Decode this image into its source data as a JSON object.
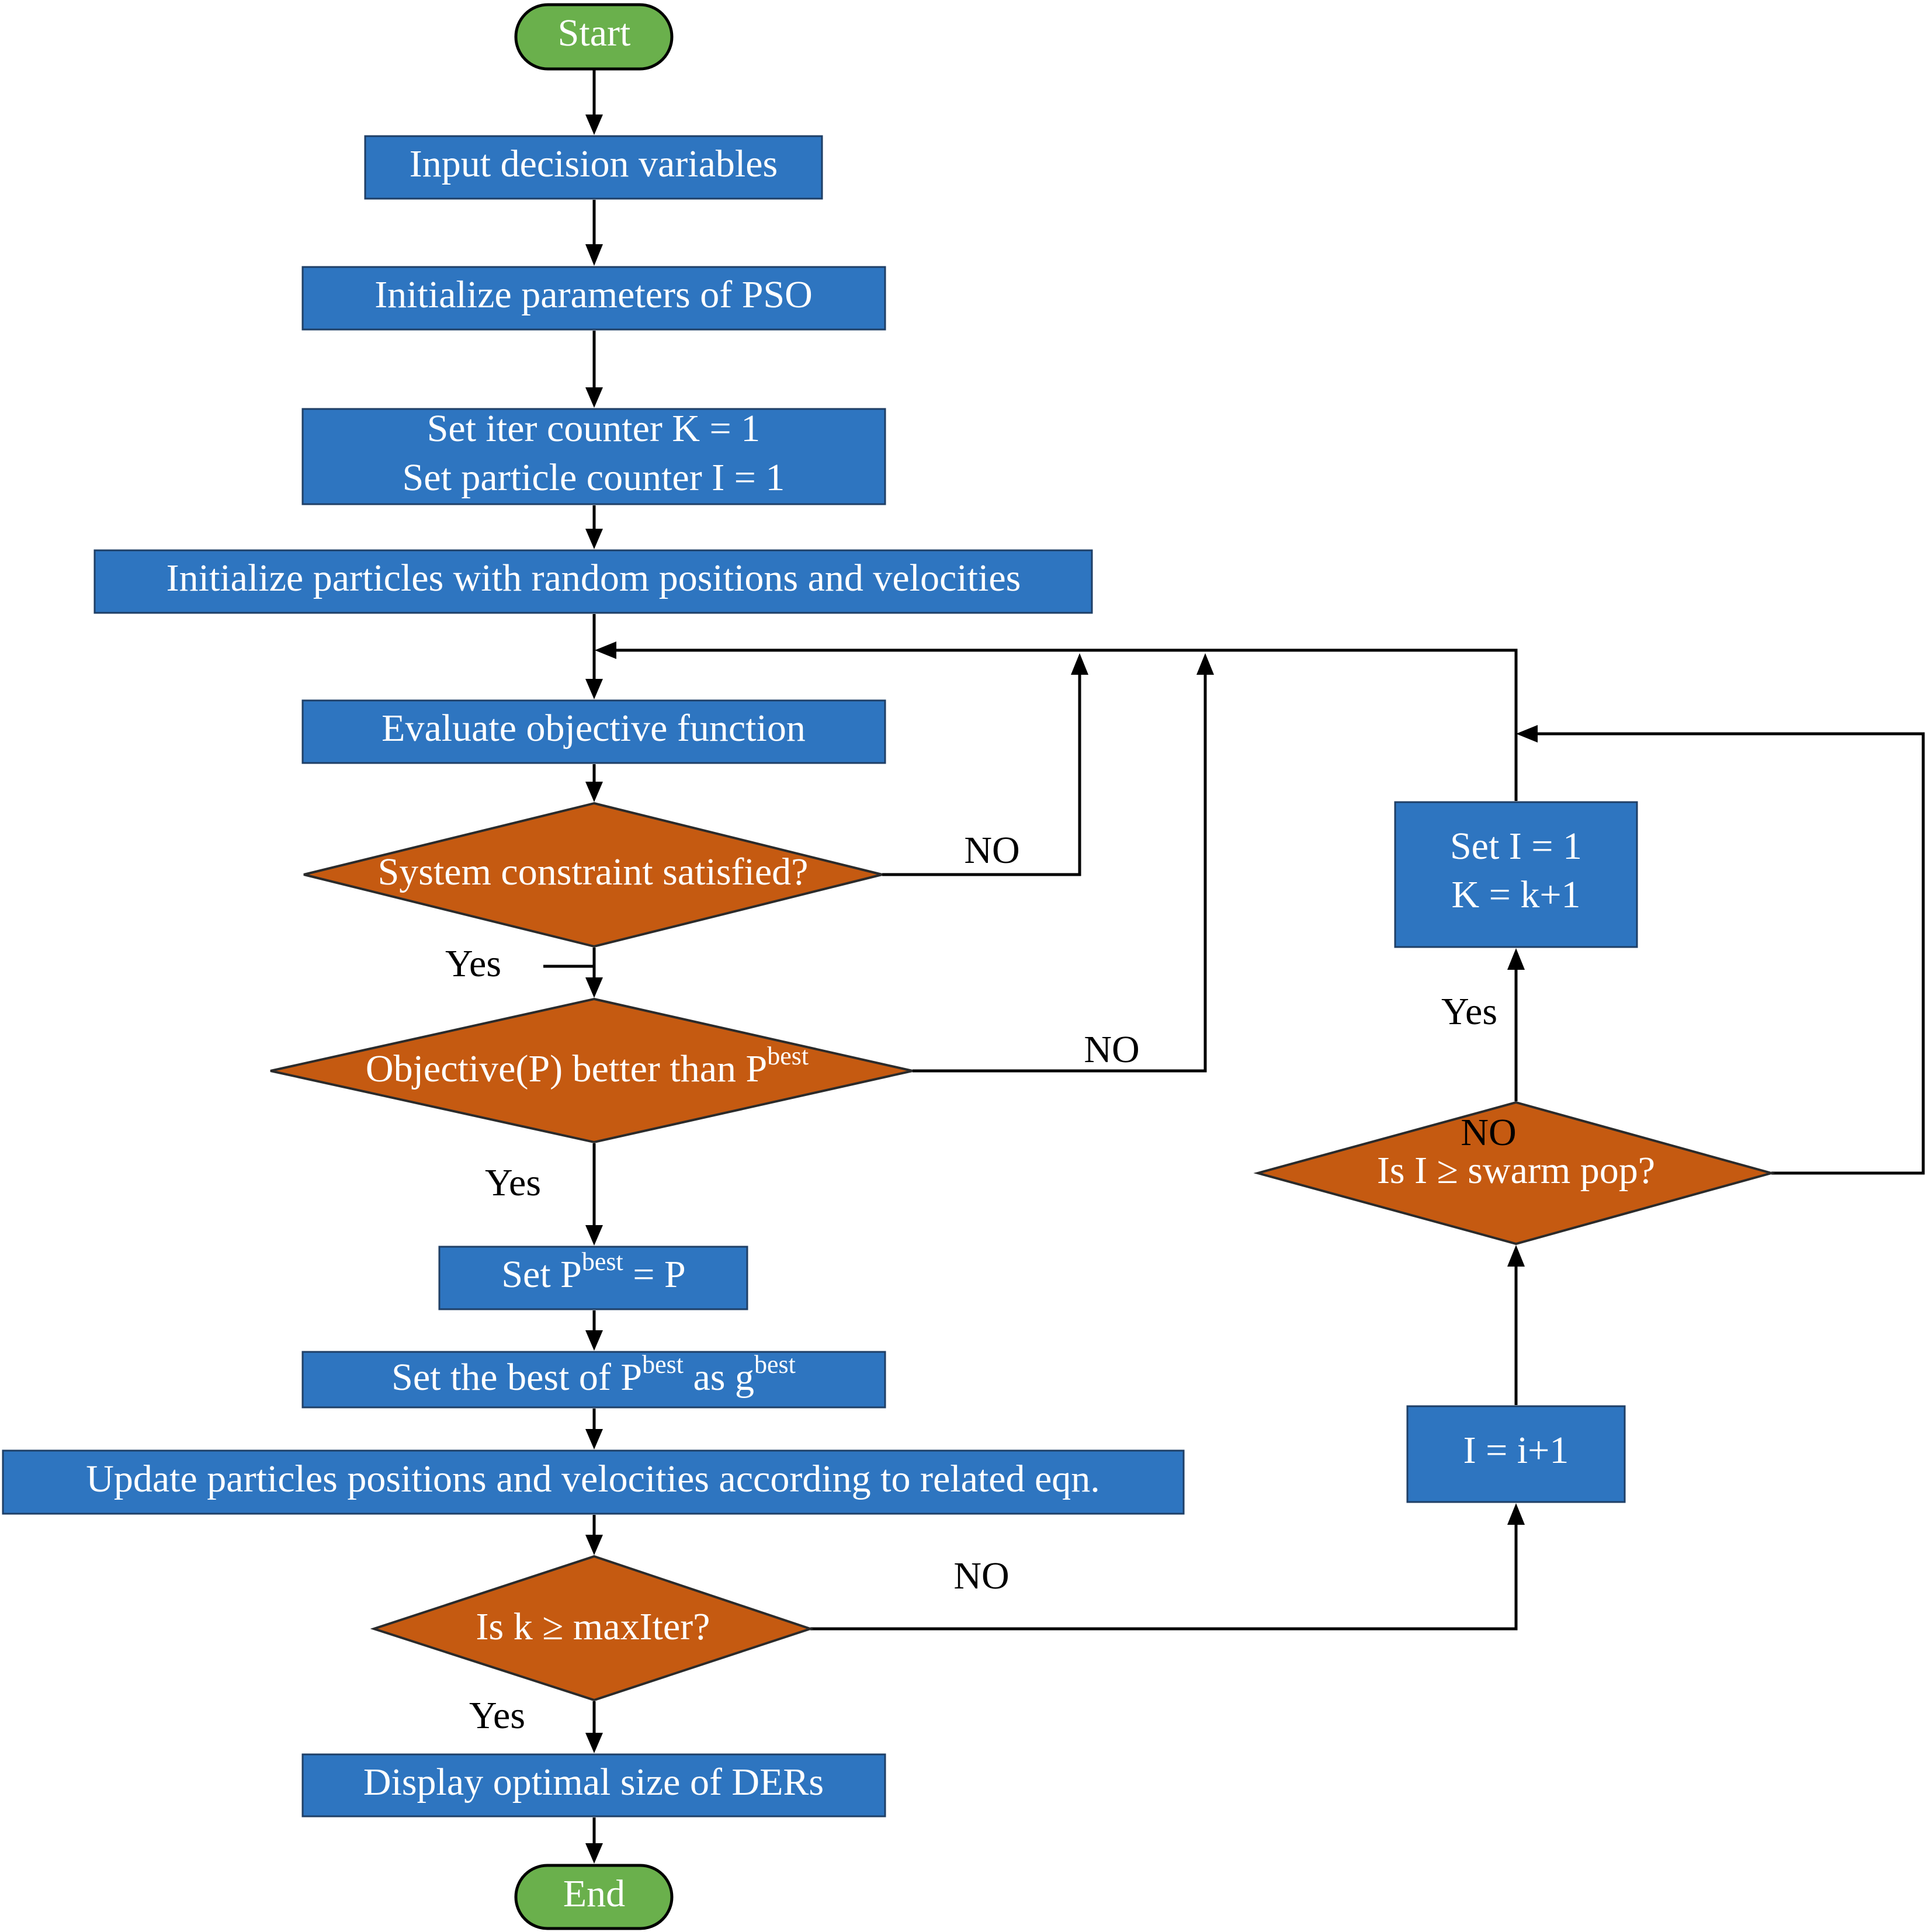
{
  "colors": {
    "process_fill": "#2e75c0",
    "process_stroke": "#1f3f66",
    "decision_fill": "#c55a11",
    "decision_stroke": "#2b2b2b",
    "terminal_fill": "#6ab04c",
    "terminal_stroke": "#000000",
    "edge": "#000000"
  },
  "nodes": {
    "start": "Start",
    "input_vars": "Input decision variables",
    "init_pso": "Initialize parameters of PSO",
    "set_counters_1": "Set iter counter K = 1",
    "set_counters_2": "Set particle counter I = 1",
    "init_particles": "Initialize particles with random positions and velocities",
    "evaluate": "Evaluate objective function",
    "constraint_q": "System constraint satisfied?",
    "better_q_main": "Objective(P) better than P",
    "better_q_sup": "best",
    "set_pbest_a": "Set P",
    "set_pbest_sup": "best",
    "set_pbest_b": " = P",
    "set_gbest_a": "Set the best of P",
    "set_gbest_sup1": "best",
    "set_gbest_b": " as g",
    "set_gbest_sup2": "best",
    "update": "Update particles positions and velocities according to related eqn.",
    "maxiter_q": "Is k ≥ maxIter?",
    "display": "Display optimal size of DERs",
    "end": "End",
    "swarm_q": "Is I ≥ swarm pop?",
    "inc_i": "I = i+1",
    "reset_1": "Set I = 1",
    "reset_2": "K = k+1"
  },
  "edge_labels": {
    "constraint_no": "NO",
    "constraint_yes": "Yes",
    "better_no": "NO",
    "better_yes": "Yes",
    "maxiter_no": "NO",
    "maxiter_yes": "Yes",
    "swarm_no": "NO",
    "swarm_yes": "Yes"
  }
}
